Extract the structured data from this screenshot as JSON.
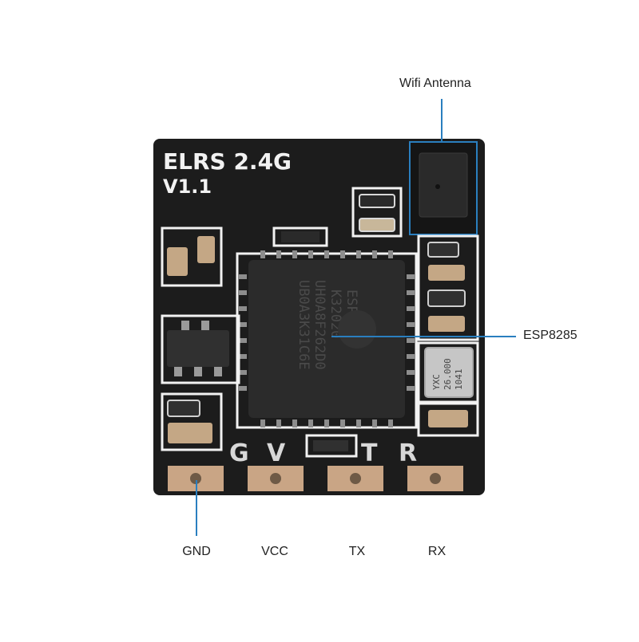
{
  "board": {
    "title": "ELRS 2.4G",
    "version": "V1.1",
    "crystal_lines": [
      "YXC",
      "26.000",
      "1041"
    ],
    "silk_pins": [
      "G",
      "V",
      "T",
      "R"
    ]
  },
  "chip": {
    "marking_lines": [
      "ESP8285",
      "K32020",
      "UH0A8F262D0",
      "UB0A3K31C6E"
    ]
  },
  "callouts": {
    "antenna": "Wifi Antenna",
    "chip": "ESP8285",
    "gnd": "GND",
    "vcc": "VCC",
    "tx": "TX",
    "rx": "RX"
  },
  "colors": {
    "pcb": "#1c1c1c",
    "silkscreen": "#f2f2f2",
    "pad": "#c9a585",
    "callout_line": "#2a7fbf"
  }
}
